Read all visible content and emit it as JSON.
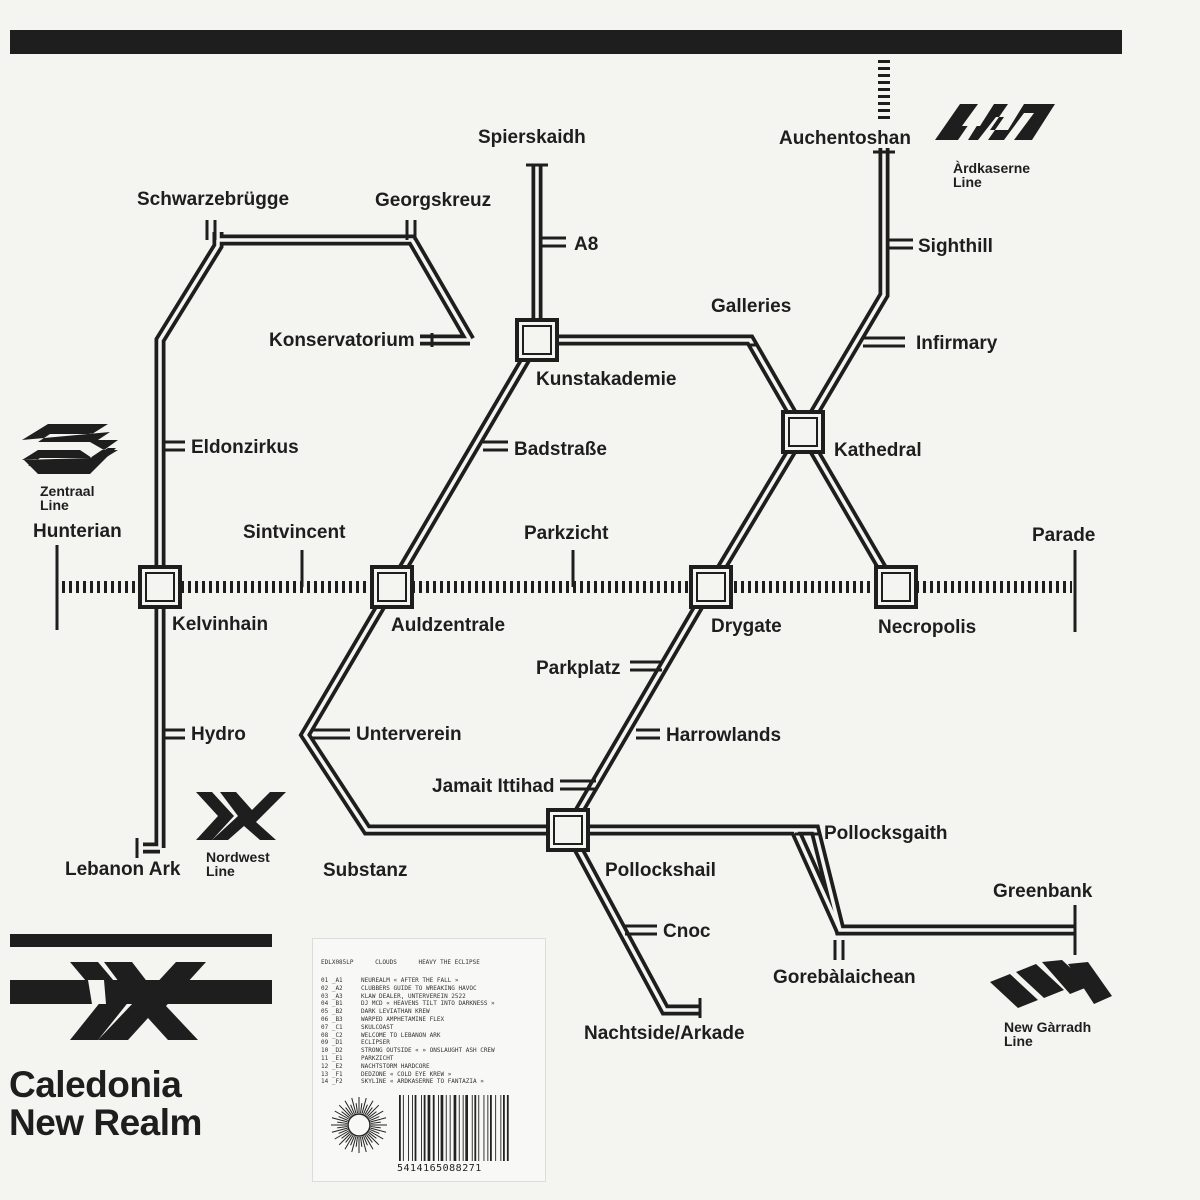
{
  "cover": {
    "title_lines": [
      "Caledonia",
      "New Realm"
    ]
  },
  "lines": [
    {
      "id": "ardkaserne",
      "label_lines": [
        "Àrdkaserne",
        "Line"
      ],
      "icon": "ardkaserne-line-logo-icon"
    },
    {
      "id": "zentraal",
      "label_lines": [
        "Zentraal",
        "Line"
      ],
      "icon": "zentraal-line-logo-icon"
    },
    {
      "id": "nordwest",
      "label_lines": [
        "Nordwest",
        "Line"
      ],
      "icon": "nordwest-line-logo-icon"
    },
    {
      "id": "newgarradh",
      "label_lines": [
        "New Gàrradh",
        "Line"
      ],
      "icon": "new-garradh-line-logo-icon"
    }
  ],
  "stations": [
    "Spierskaidh",
    "Auchentoshan",
    "Schwarzebrügge",
    "Georgskreuz",
    "A8",
    "Sighthill",
    "Konservatorium",
    "Galleries",
    "Infirmary",
    "Kunstakademie",
    "Eldonzirkus",
    "Badstraße",
    "Kathedral",
    "Hunterian",
    "Sintvincent",
    "Parkzicht",
    "Parade",
    "Kelvinhain",
    "Auldzentrale",
    "Drygate",
    "Necropolis",
    "Parkplatz",
    "Hydro",
    "Unterverein",
    "Harrowlands",
    "Jamait Ittihad",
    "Pollocksgaith",
    "Lebanon Ark",
    "Substanz",
    "Pollockshail",
    "Greenbank",
    "Cnoc",
    "Gorebàlaichean",
    "Nachtside/Arkade"
  ],
  "sticker": {
    "catalog": "EDLX085LP",
    "artist": "CLOUDS",
    "album": "HEAVY THE ECLIPSE",
    "tracks": [
      {
        "n": "01 _A1",
        "t": "NEUREALM « AFTER THE FALL »"
      },
      {
        "n": "02 _A2",
        "t": "CLUBBERS GUIDE TO WREAKING HAVOC"
      },
      {
        "n": "03 _A3",
        "t": "KLAW DEALER, UNTERVEREIN 2522"
      },
      {
        "n": "04 _B1",
        "t": "DJ MCD « HEAVENS TILT INTO DARKNESS »"
      },
      {
        "n": "05 _B2",
        "t": "DARK LEVIATHAN KREW"
      },
      {
        "n": "06 _B3",
        "t": "WARPED AMPHETAMINE FLEX"
      },
      {
        "n": "07 _C1",
        "t": "SKULCOAST"
      },
      {
        "n": "08 _C2",
        "t": "WELCOME TO LEBANON ARK"
      },
      {
        "n": "09 _D1",
        "t": "ECLIPSER"
      },
      {
        "n": "10 _D2",
        "t": "STRONG OUTSIDE « » ONSLAUGHT ASH CREW"
      },
      {
        "n": "11 _E1",
        "t": "PARKZICHT"
      },
      {
        "n": "12 _E2",
        "t": "NACHTSTORM HARDCORE"
      },
      {
        "n": "13 _F1",
        "t": "DEDZONE « COLD EYE KREW »"
      },
      {
        "n": "14 _F2",
        "t": "SKYLINE « ARDKASERNE TO FANTAZIA »"
      }
    ],
    "barcode_number": "5414165088271",
    "sun_icon": "sun-emblem-icon",
    "barcode_icon": "barcode-icon"
  },
  "colors": {
    "ink": "#1e1e1e",
    "paper": "#f4f4f1"
  }
}
